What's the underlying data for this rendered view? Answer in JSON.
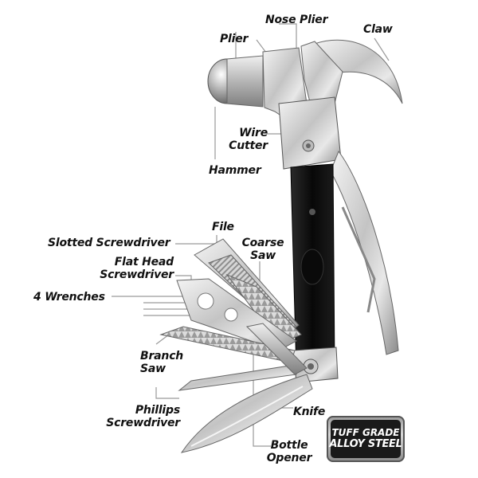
{
  "labels": {
    "nose_plier": "Nose Plier",
    "claw": "Claw",
    "plier": "Plier",
    "wire_cutter_1": "Wire",
    "wire_cutter_2": "Cutter",
    "hammer": "Hammer",
    "file": "File",
    "slotted_screwdriver": "Slotted Screwdriver",
    "coarse_saw_1": "Coarse",
    "coarse_saw_2": "Saw",
    "flat_head_1": "Flat Head",
    "flat_head_2": "Screwdriver",
    "wrenches": "4 Wrenches",
    "branch_saw_1": "Branch",
    "branch_saw_2": "Saw",
    "phillips_1": "Phillips",
    "phillips_2": "Screwdriver",
    "knife": "Knife",
    "bottle_opener_1": "Bottle",
    "bottle_opener_2": "Opener"
  },
  "badge": {
    "line1": "TUFF GRADE",
    "line2": "ALLOY STEEL"
  },
  "colors": {
    "steel_light": "#e6e6e6",
    "steel_dark": "#8c8c8c",
    "handle": "#111111",
    "label_text": "#111111",
    "leader_line": "#999999"
  }
}
